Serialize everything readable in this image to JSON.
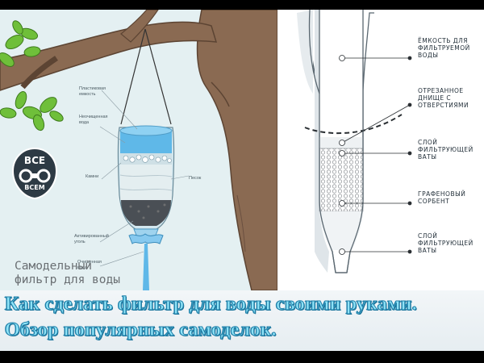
{
  "left": {
    "labels": {
      "plastic_container": "Пластиковая\nемкость",
      "dirty_water": "Неочищенная\nвода",
      "stones": "Камни",
      "sand": "Песок",
      "activated_carbon": "Активированный\nуголь",
      "clean_water": "Очищенная\nвода"
    },
    "caption_line1": "Самодельный",
    "caption_line2": "фильтр для воды",
    "logo": {
      "top": "ВСЕ",
      "bottom": "ВСЕМ"
    }
  },
  "right": {
    "labels": [
      "ЁМКОСТЬ ДЛЯ\nФИЛЬТРУЕМОЙ\nВОДЫ",
      "ОТРЕЗАННОЕ\nДНИЩЕ С\nОТВЕРСТИЯМИ",
      "СЛОЙ\nФИЛЬТРУЮЩЕЙ\nВАТЫ",
      "ГРАФЕНОВЫЙ\nСОРБЕНТ",
      "СЛОЙ\nФИЛЬТРУЮЩЕЙ\nВАТЫ"
    ]
  },
  "bottom": {
    "line1": "Как сделать фильтр для воды своими руками.",
    "line2": "Обзор популярных самоделок."
  },
  "colors": {
    "sky": "#e4f0f2",
    "trunk": "#8a6a52",
    "leaf": "#6fbf3a",
    "water": "#5fb8e8",
    "title_fill": "#8fe3f7",
    "title_stroke": "#1f7fa8"
  }
}
